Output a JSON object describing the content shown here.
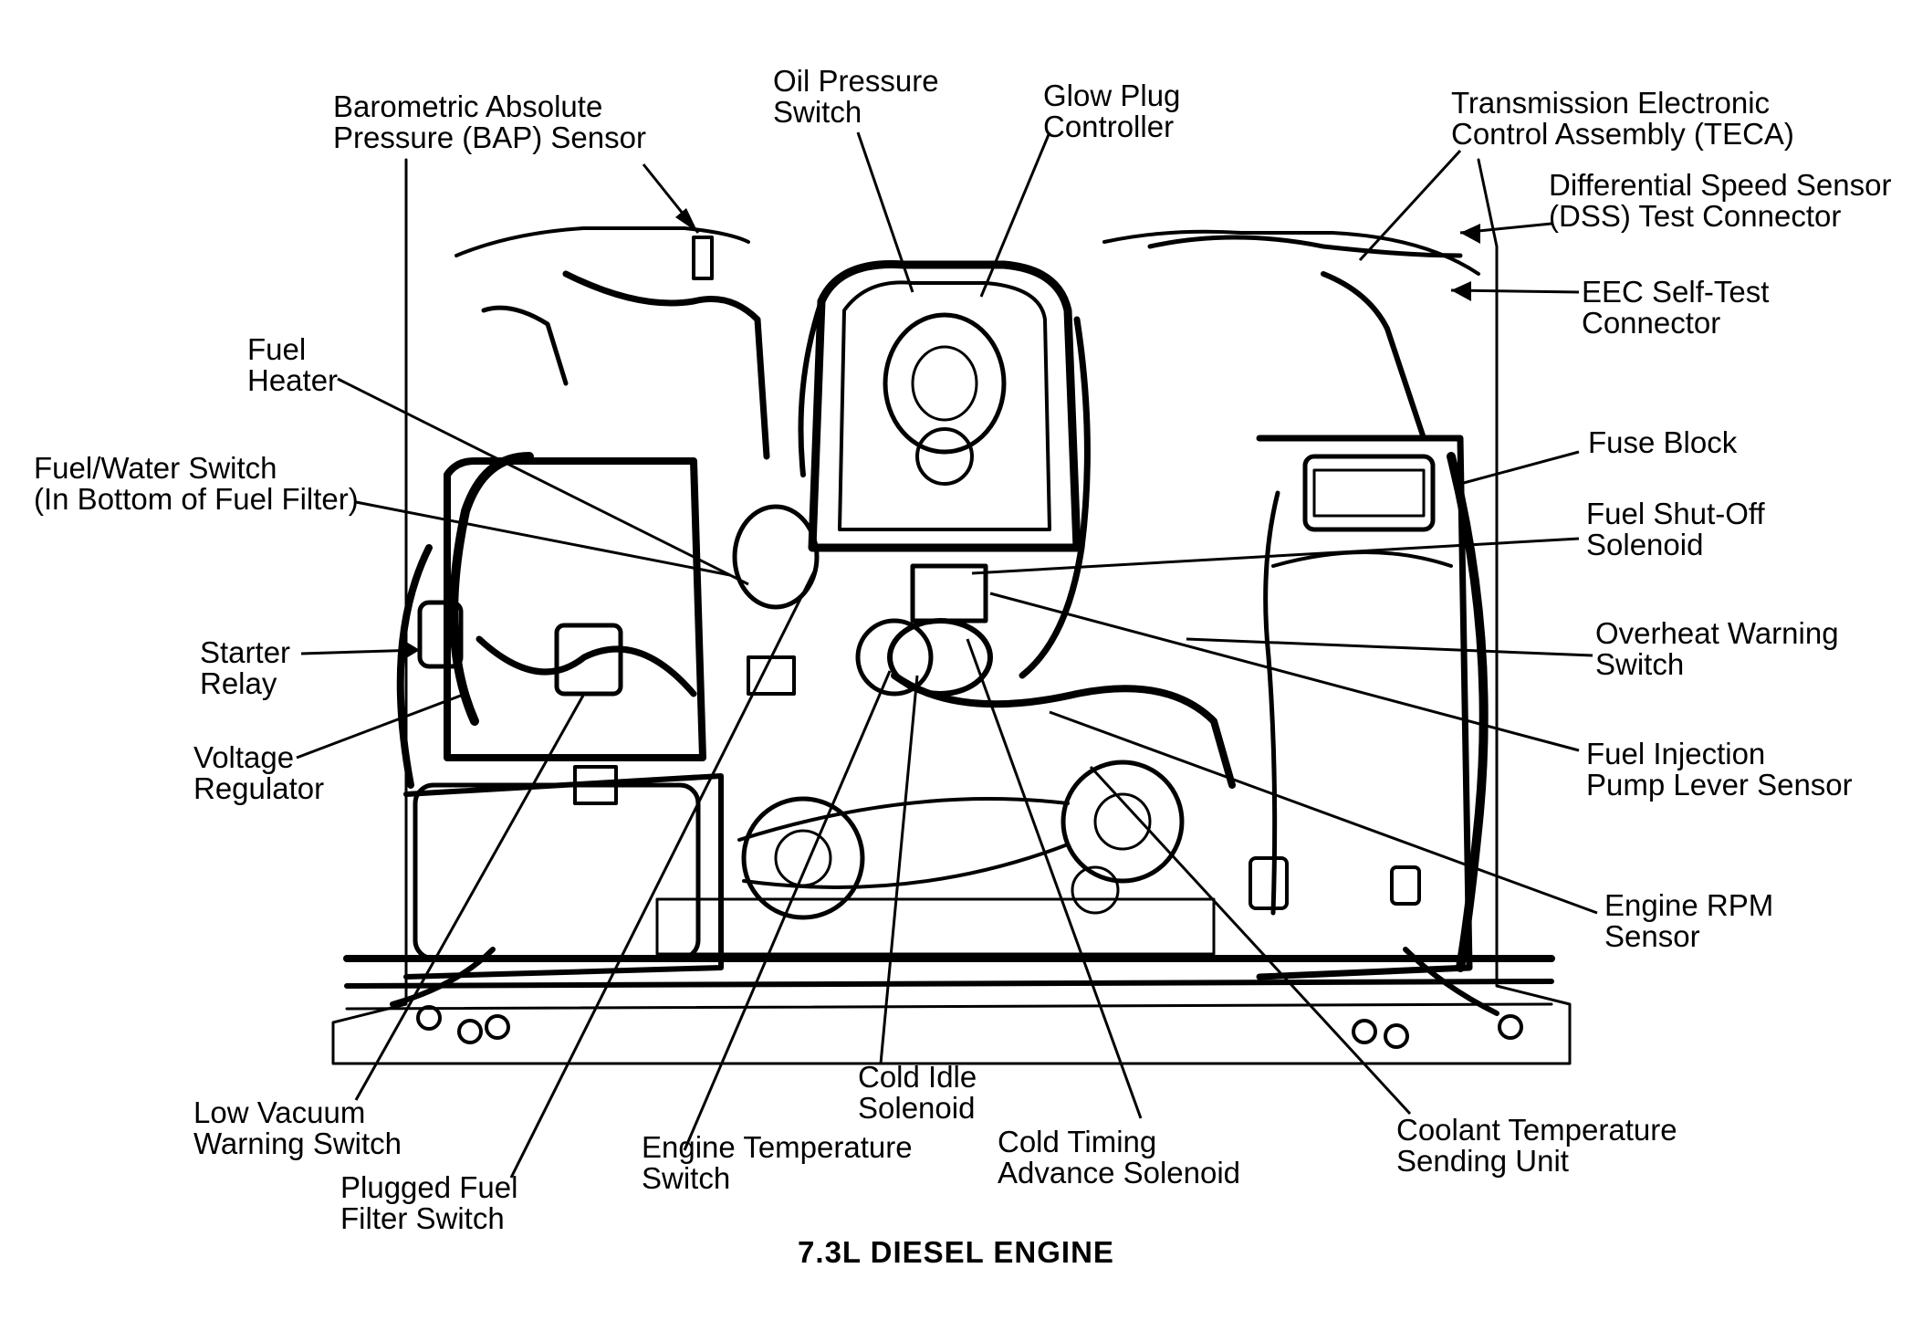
{
  "title": "7.3L DIESEL ENGINE",
  "labels": {
    "bap_sensor": [
      "Barometric Absolute",
      "Pressure (BAP) Sensor"
    ],
    "oil_pressure_switch": [
      "Oil Pressure",
      "Switch"
    ],
    "glow_plug_controller": [
      "Glow Plug",
      "Controller"
    ],
    "teca": [
      "Transmission Electronic",
      "Control Assembly (TECA)"
    ],
    "dss_test_connector": [
      "Differential Speed Sensor",
      "(DSS) Test Connector"
    ],
    "eec_self_test": [
      "EEC Self-Test",
      "Connector"
    ],
    "fuel_heater": [
      "Fuel",
      "Heater"
    ],
    "fuel_water_switch": [
      "Fuel/Water Switch",
      "(In Bottom of Fuel Filter)"
    ],
    "fuse_block": [
      "Fuse Block"
    ],
    "fuel_shutoff_solenoid": [
      "Fuel Shut-Off",
      "Solenoid"
    ],
    "starter_relay": [
      "Starter",
      "Relay"
    ],
    "overheat_warning_switch": [
      "Overheat Warning",
      "Switch"
    ],
    "voltage_regulator": [
      "Voltage",
      "Regulator"
    ],
    "fuel_injection_pump_lever_sensor": [
      "Fuel Injection",
      "Pump Lever Sensor"
    ],
    "engine_rpm_sensor": [
      "Engine RPM",
      "Sensor"
    ],
    "low_vacuum_warning_switch": [
      "Low Vacuum",
      "Warning Switch"
    ],
    "plugged_fuel_filter_switch": [
      "Plugged Fuel",
      "Filter Switch"
    ],
    "engine_temperature_switch": [
      "Engine Temperature",
      "Switch"
    ],
    "cold_idle_solenoid": [
      "Cold Idle",
      "Solenoid"
    ],
    "cold_timing_advance_solenoid": [
      "Cold Timing",
      "Advance Solenoid"
    ],
    "coolant_temperature_sending_unit": [
      "Coolant Temperature",
      "Sending Unit"
    ]
  }
}
